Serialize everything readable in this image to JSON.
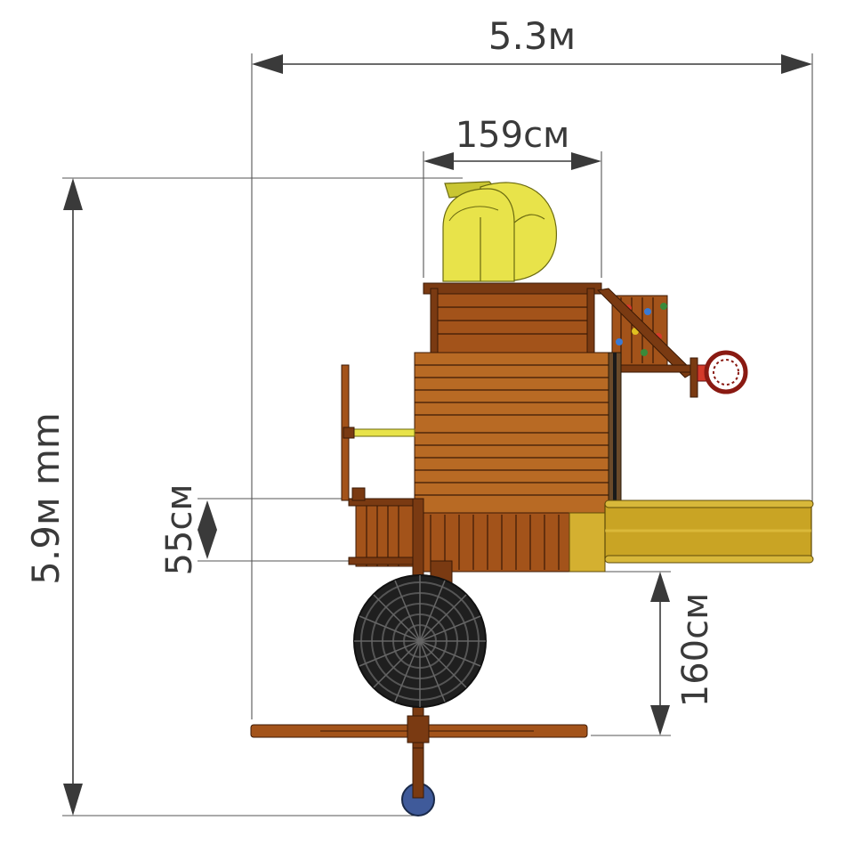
{
  "dimensions": {
    "total_width": "5.3м",
    "total_height": "5.9м mm",
    "slide_width": "159см",
    "deck_height": "55см",
    "swing_clearance": "160см"
  },
  "colors": {
    "wood": "#a3531a",
    "wood_dark": "#7a3a12",
    "yellow": "#e8e34a",
    "slide": "#c9a424",
    "rope": "#2b2b2b",
    "wheel": "#3f5a9a"
  }
}
